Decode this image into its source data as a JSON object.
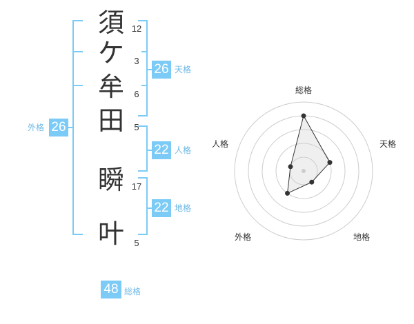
{
  "name": {
    "chars": [
      {
        "char": "須",
        "strokes": "12"
      },
      {
        "char": "ケ",
        "strokes": "3"
      },
      {
        "char": "牟",
        "strokes": "6"
      },
      {
        "char": "田",
        "strokes": "5"
      },
      {
        "char": "瞬",
        "strokes": "17"
      },
      {
        "char": "叶",
        "strokes": "5"
      }
    ]
  },
  "kakusu": {
    "tenkaku": {
      "value": "26",
      "label": "天格"
    },
    "jinkaku": {
      "value": "22",
      "label": "人格"
    },
    "chikaku": {
      "value": "22",
      "label": "地格"
    },
    "gaikaku": {
      "value": "26",
      "label": "外格"
    },
    "soukaku": {
      "value": "48",
      "label": "総格"
    }
  },
  "colors": {
    "accent": "#7ccbf6",
    "bracket": "#7ccbf6",
    "label": "#6db8e6",
    "text": "#333333"
  },
  "chart_data": {
    "type": "radar",
    "axes": [
      "総格",
      "天格",
      "地格",
      "外格",
      "人格"
    ],
    "max": 5,
    "values": [
      4,
      2,
      1,
      2,
      1
    ],
    "grid_rings": 5
  }
}
